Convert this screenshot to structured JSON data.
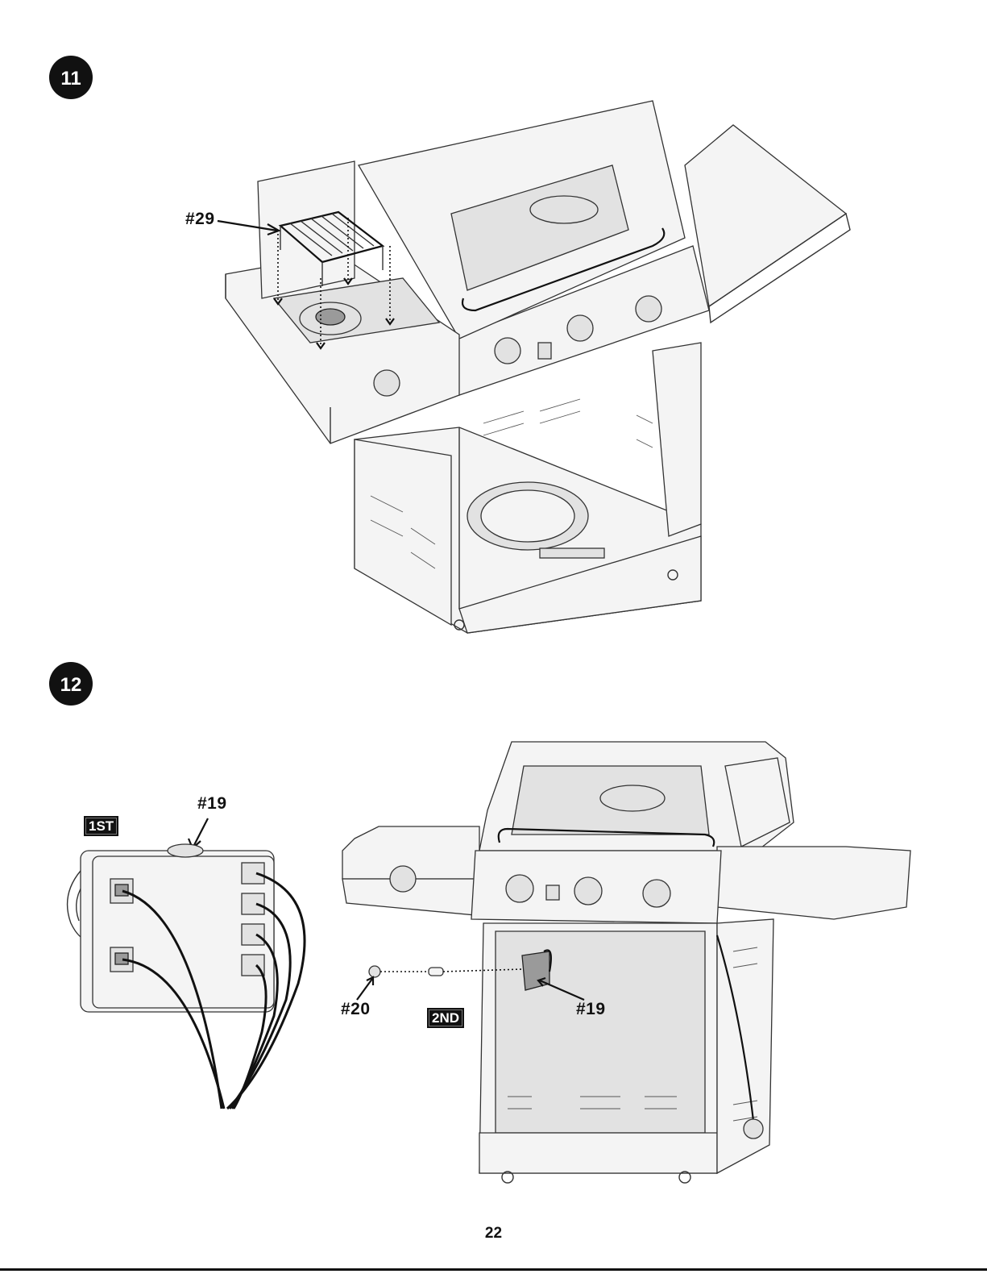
{
  "steps": [
    {
      "number": "11",
      "callouts": {
        "warming_rack": "#29"
      }
    },
    {
      "number": "12",
      "tags": {
        "first": "1ST",
        "second": "2ND"
      },
      "callouts": {
        "ignitor_top": "#19",
        "nut": "#20",
        "ignitor_side": "#19"
      }
    }
  ],
  "page_number": "22",
  "colors": {
    "ink": "#111111",
    "paper": "#ffffff"
  }
}
